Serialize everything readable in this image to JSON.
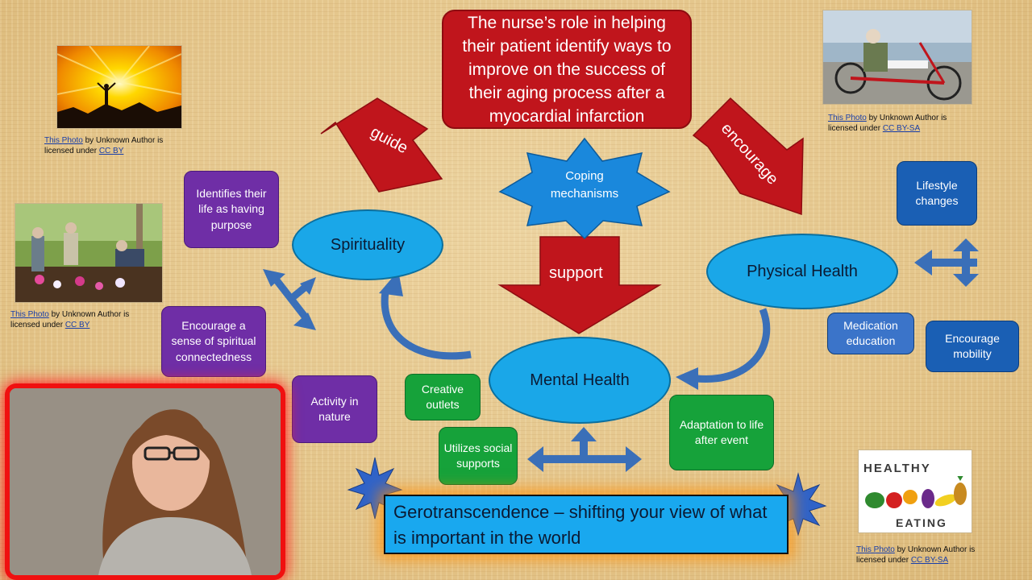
{
  "title": "The nurse’s role in helping their patient identify ways to improve on the success of their aging process after a myocardial infarction",
  "arrows": {
    "guide": "guide",
    "encourage": "encourage",
    "support": "support"
  },
  "coping": "Coping mechanisms",
  "nodes": {
    "spirituality": "Spirituality",
    "physical": "Physical Health",
    "mental": "Mental Health"
  },
  "purple_boxes": {
    "purpose": "Identifies their life as having purpose",
    "connected": "Encourage a sense of spiritual connectedness",
    "nature": "Activity in nature"
  },
  "green_boxes": {
    "creative": "Creative outlets",
    "social": "Utilizes social supports",
    "adaptation": "Adaptation to life after event"
  },
  "blue_boxes": {
    "lifestyle": "Lifestyle changes",
    "medication": "Medication education",
    "mobility": "Encourage mobility"
  },
  "gerotranscendence": "Gerotranscendence – shifting your view of what is important in the world",
  "captions": {
    "sunrise": {
      "link": "This Photo",
      "mid": " by Unknown Author is licensed under ",
      "license": "CC BY"
    },
    "garden": {
      "link": "This Photo",
      "mid": " by Unknown Author is licensed under ",
      "license": "CC BY"
    },
    "bike": {
      "link": "This Photo",
      "mid": " by Unknown Author is licensed under ",
      "license": "CC BY-SA"
    },
    "healthy": {
      "link": "This Photo",
      "mid": " by Unknown Author is licensed under ",
      "license": "CC BY-SA"
    }
  },
  "healthy_logo": {
    "line1": "HEALTHY",
    "line2": "EATING"
  }
}
